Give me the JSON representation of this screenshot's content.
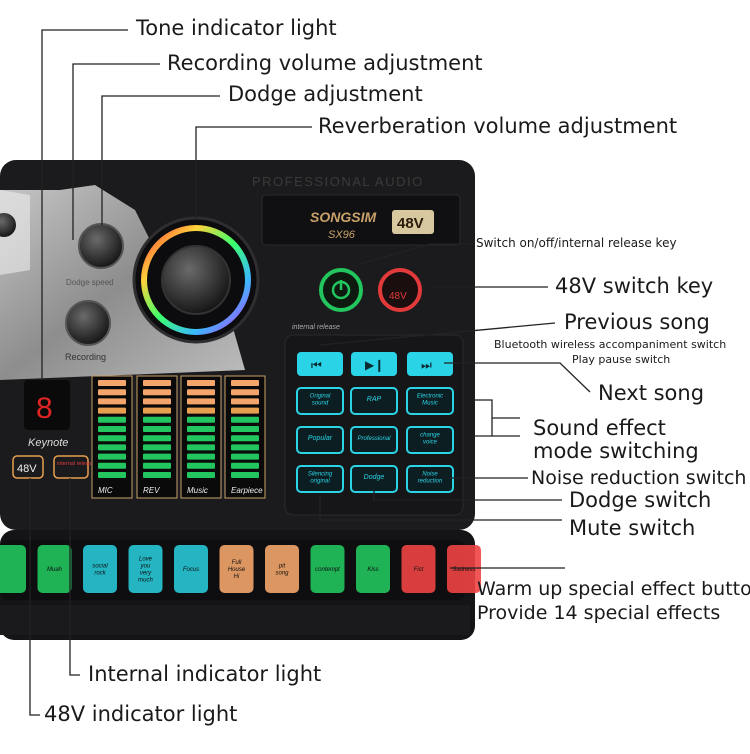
{
  "callouts": {
    "tone_indicator_light": "Tone indicator light",
    "recording_volume_adjustment": "Recording volume adjustment",
    "dodge_adjustment": "Dodge adjustment",
    "reverberation_volume_adjustment": "Reverberation volume adjustment",
    "switch_internal_release": "Switch on/off/internal release key",
    "switch_48v": "48V switch key",
    "previous_song": "Previous song",
    "bluetooth_switch": "Bluetooth wireless accompaniment switch",
    "play_pause": "Play pause switch",
    "next_song": "Next song",
    "sound_effect_1": "Sound effect",
    "sound_effect_2": "mode switching",
    "noise_reduction": "Noise reduction switch",
    "dodge_switch": "Dodge switch",
    "mute_switch": "Mute switch",
    "warm_up": "Warm up special effect button",
    "provide_effects": "Provide 14 special effects",
    "internal_indicator": "Internal indicator light",
    "v48_indicator": "48V indicator light"
  },
  "device": {
    "header": "PROFESSIONAL AUDIO",
    "brand": "SONGSIM",
    "model": "SX96",
    "badge_48v": "48V",
    "power_btn_48v_label": "48V",
    "internal_release_tag": "internal release",
    "keynote_digit": "8",
    "keynote_label": "Keynote",
    "ind_48v": "48V",
    "ind_internal": "internal release",
    "dodge_speed": "Dodge speed",
    "recording_knob": "Recording",
    "meter_labels": [
      "MIC",
      "REV",
      "Music",
      "Earpiece"
    ],
    "mode_buttons": [
      [
        "Original sound",
        "RAP",
        "Electronic Music"
      ],
      [
        "Popular",
        "Professional",
        "change voice"
      ],
      [
        "Silencing original",
        "Dodge",
        "Noise reduction"
      ]
    ],
    "transport": [
      "prev-icon",
      "play-pause-bluetooth-icon",
      "next-icon"
    ],
    "effects": [
      {
        "label": "",
        "color": "#22c55e"
      },
      {
        "label": "Muah",
        "color": "#22c55e"
      },
      {
        "label": "social rock",
        "color": "#27c6d6"
      },
      {
        "label": "Love you very much",
        "color": "#27c6d6"
      },
      {
        "label": "Focus",
        "color": "#27c6d6"
      },
      {
        "label": "Full House Hi",
        "color": "#f3a56b"
      },
      {
        "label": "pit song",
        "color": "#f3a56b"
      },
      {
        "label": "contempt",
        "color": "#22c55e"
      },
      {
        "label": "Kiss",
        "color": "#22c55e"
      },
      {
        "label": "Fist",
        "color": "#ef4444"
      },
      {
        "label": "Sadness",
        "color": "#ef4444"
      }
    ],
    "accent_cyan": "#2ad4e6",
    "accent_green": "#22c55e",
    "accent_red": "#e23a3a"
  }
}
